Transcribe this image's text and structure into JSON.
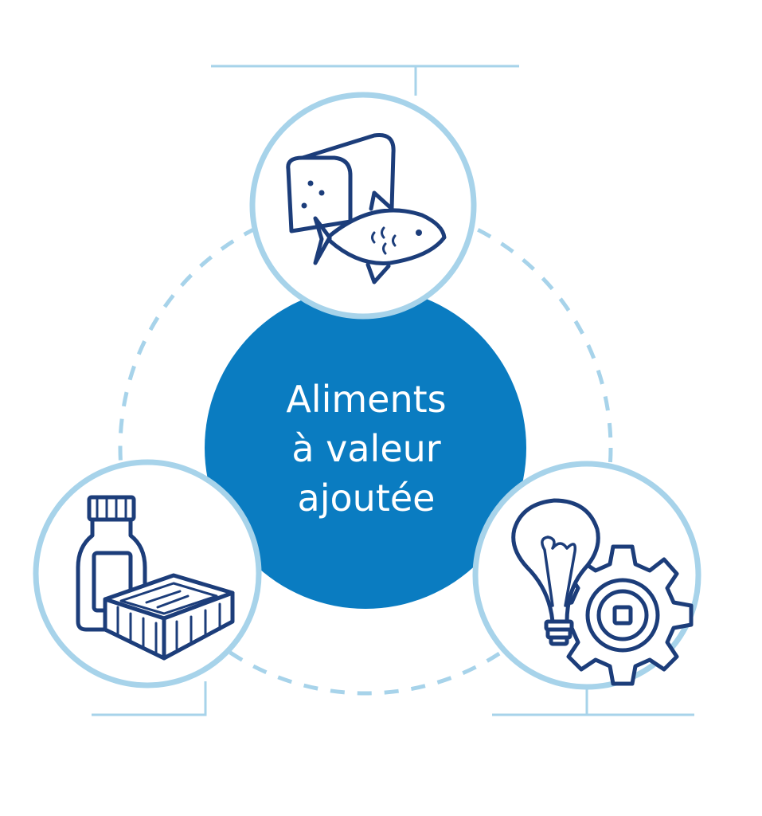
{
  "colors": {
    "center_fill": "#0a7cc1",
    "ring": "#a7d3ea",
    "connector": "#a7d3ea",
    "icon_stroke": "#1c3d7a",
    "text": "#ffffff"
  },
  "center": {
    "lines": [
      "Aliments",
      "à valeur",
      "ajoutée"
    ]
  },
  "nodes": [
    {
      "id": "top",
      "icon": "bread-fish-icon"
    },
    {
      "id": "bottom-left",
      "icon": "bottle-package-icon"
    },
    {
      "id": "bottom-right",
      "icon": "lightbulb-gear-icon"
    }
  ]
}
